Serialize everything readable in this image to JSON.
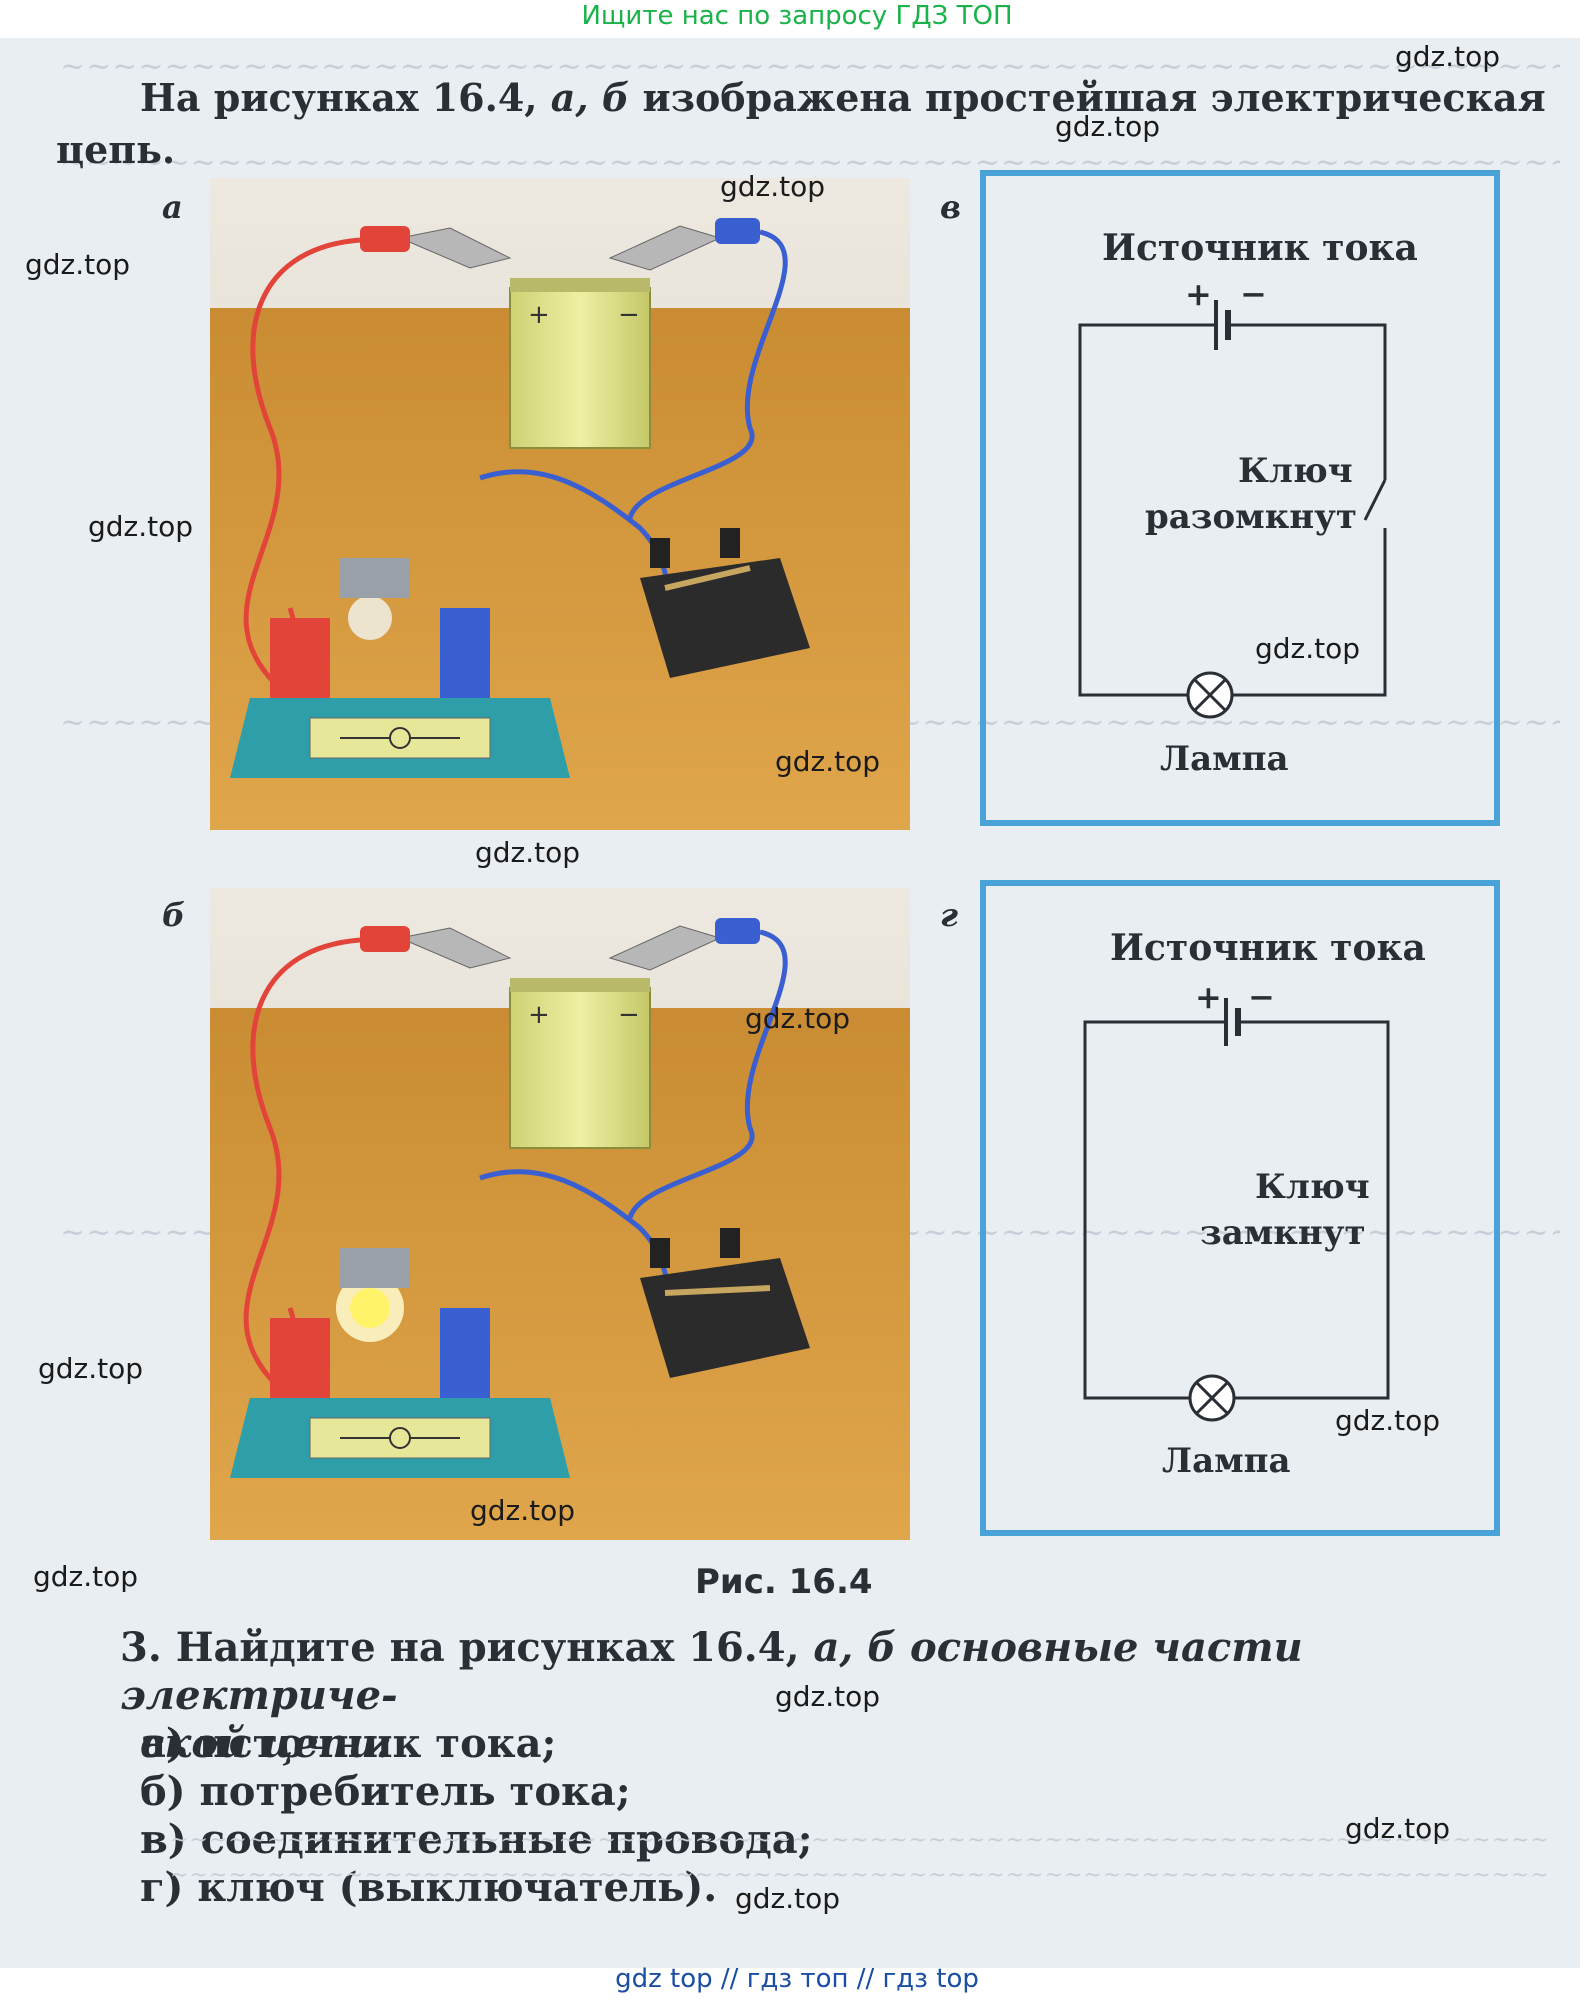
{
  "banners": {
    "top": "Ищите нас по запросу ГДЗ ТОП",
    "bottom": "gdz top  //  гдз топ  //  гдз top"
  },
  "intro": {
    "line1": "На рисунках 16.4,",
    "letters": "а, б",
    "line1_end": "изображена простейшая электрическая",
    "line2": "цепь."
  },
  "figure": {
    "panels": {
      "a": "а",
      "b": "б",
      "v": "в",
      "g": "г"
    },
    "caption": "Рис.  16.4",
    "photo_a": {
      "plus": "+",
      "minus": "−"
    },
    "photo_b": {
      "plus": "+",
      "minus": "−"
    },
    "scheme_v": {
      "source_label": "Источник тока",
      "plus": "+",
      "minus": "−",
      "key_label_1": "Ключ",
      "key_label_2": "разомкнут",
      "lamp_label": "Лампа"
    },
    "scheme_g": {
      "source_label": "Источник тока",
      "plus": "+",
      "minus": "−",
      "key_label_1": "Ключ",
      "key_label_2": "замкнут",
      "lamp_label": "Лампа"
    },
    "colors": {
      "scheme_border": "#4aa3d8",
      "red_wire": "#e2443a",
      "blue_wire": "#3a5fd0",
      "battery": "#e3e58a",
      "table": "#d89a3c"
    }
  },
  "task": {
    "number": "3.",
    "prefix": "Найдите на рисунках 16.4,",
    "rest_line1": "а, б основные части электриче-",
    "rest_line2": "ской цепи:",
    "items": [
      "а) источник тока;",
      "б) потребитель тока;",
      "в) соединительные провода;",
      "г) ключ (выключатель)."
    ]
  },
  "watermarks": [
    "gdz.top",
    "gdz.top",
    "gdz.top",
    "gdz.top",
    "gdz.top",
    "gdz.top",
    "gdz.top",
    "gdz.top",
    "gdz.top",
    "gdz.top",
    "gdz.top",
    "gdz.top",
    "gdz.top",
    "gdz.top",
    "gdz.top",
    "gdz.top"
  ]
}
